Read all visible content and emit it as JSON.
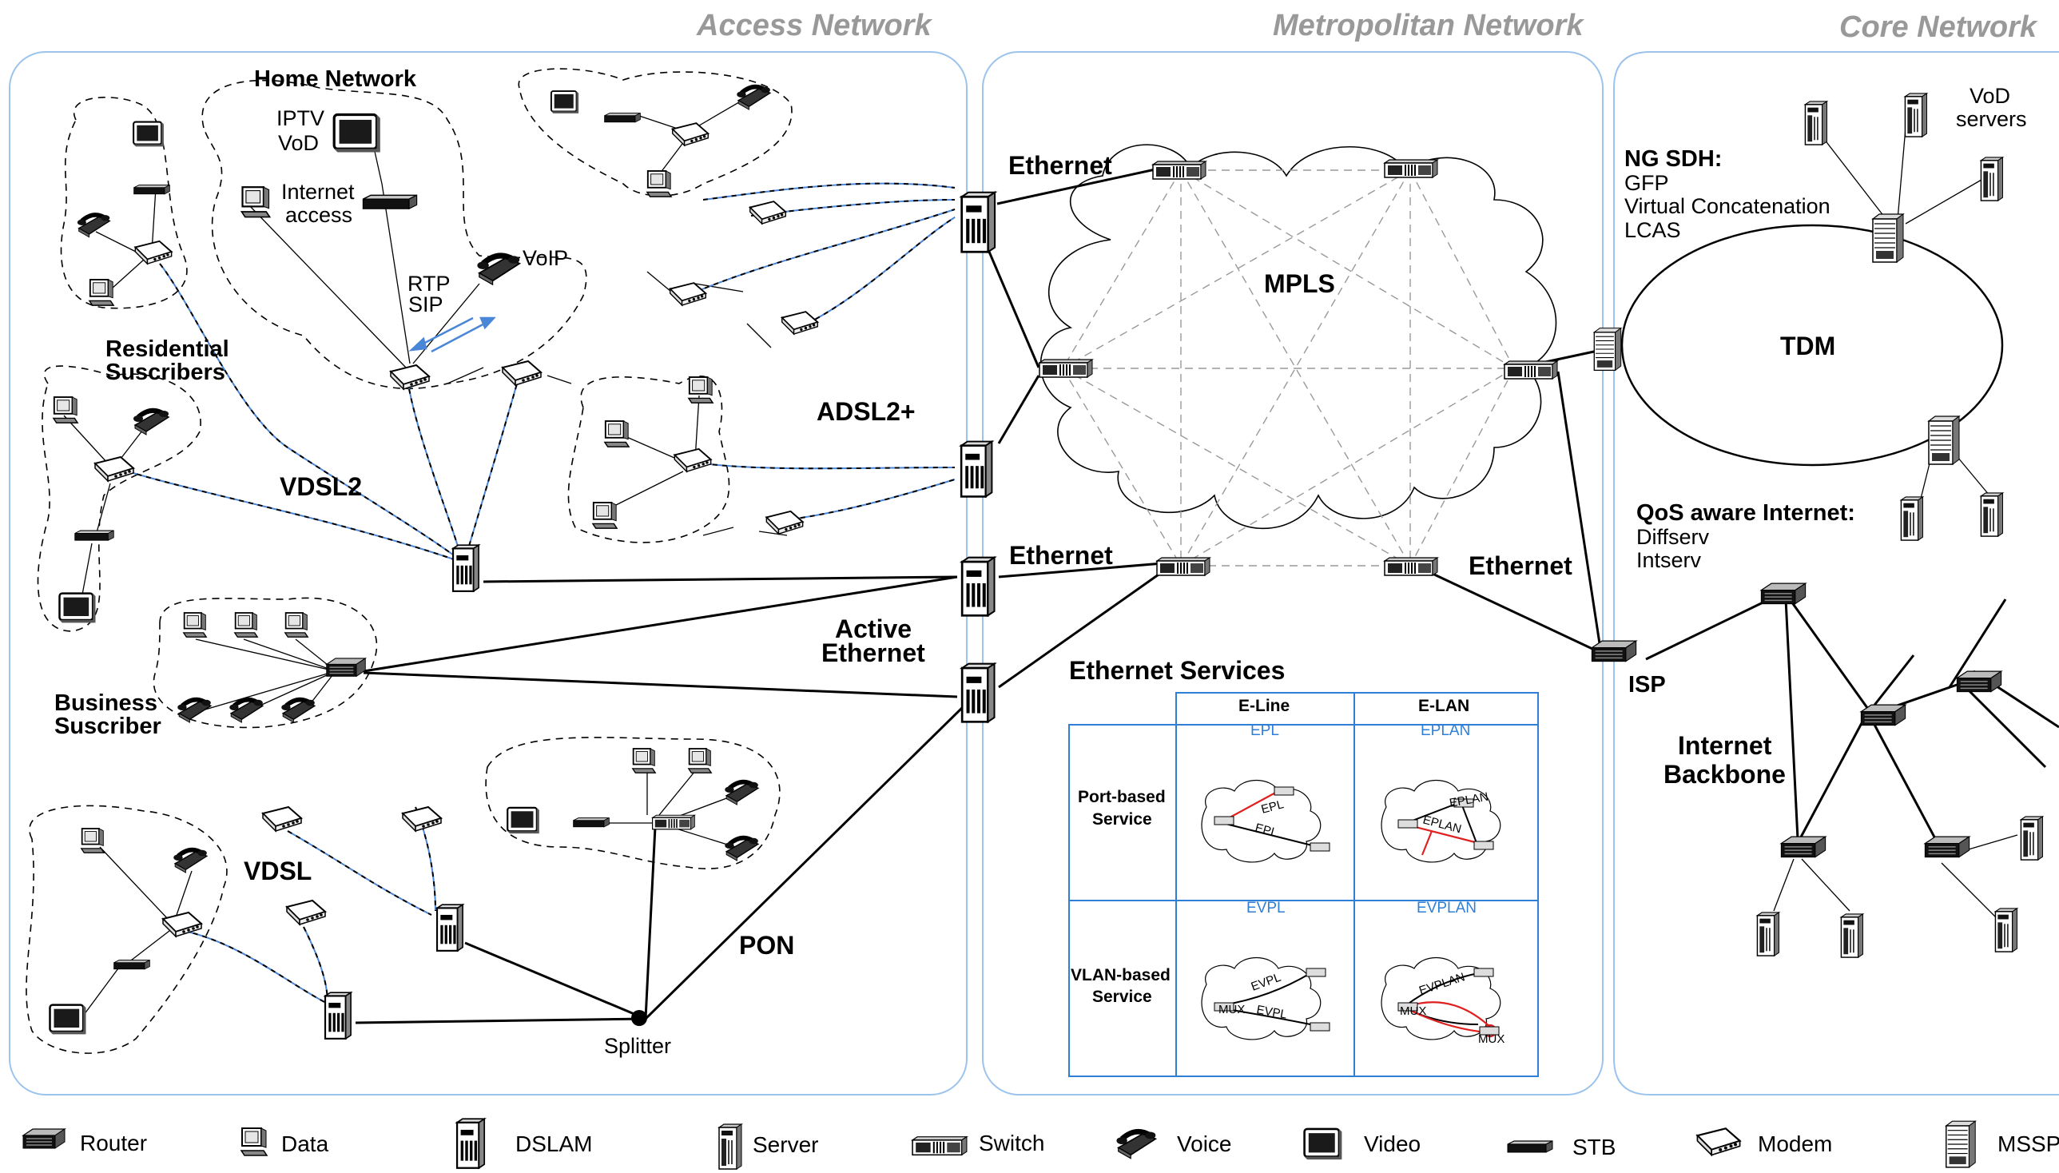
{
  "regions": {
    "access": "Access Network",
    "metro": "Metropolitan Network",
    "core": "Core Network"
  },
  "labels": {
    "home_network": "Home Network",
    "iptv": "IPTV",
    "vod": "VoD",
    "internet": "Internet",
    "access_word": "access",
    "rtp": "RTP",
    "sip": "SIP",
    "voip": "VoIP",
    "residential_1": "Residential",
    "residential_2": "Suscribers",
    "vdsl2": "VDSL2",
    "adsl2": "ADSL2+",
    "business_1": "Business",
    "business_2": "Suscriber",
    "active_1": "Active",
    "active_2": "Ethernet",
    "vdsl": "VDSL",
    "pon": "PON",
    "splitter": "Splitter",
    "ethernet_top": "Ethernet",
    "ethernet_mid": "Ethernet",
    "ethernet_right": "Ethernet",
    "mpls": "MPLS",
    "eth_services": "Ethernet Services",
    "ngsdh_title": "NG SDH:",
    "gfp": "GFP",
    "vconcat": "Virtual Concatenation",
    "lcas": "LCAS",
    "vod_servers_1": "VoD",
    "vod_servers_2": "servers",
    "tdm": "TDM",
    "qos_title": "QoS aware Internet:",
    "diffserv": "Diffserv",
    "intserv": "Intserv",
    "isp": "ISP",
    "backbone_1": "Internet",
    "backbone_2": "Backbone"
  },
  "services_table": {
    "col_eline": "E-Line",
    "col_elan": "E-LAN",
    "row_port_1": "Port-based",
    "row_port_2": "Service",
    "row_vlan_1": "VLAN-based",
    "row_vlan_2": "Service",
    "epl": "EPL",
    "eplan": "EPLAN",
    "evpl": "EVPL",
    "evplan": "EVPLAN",
    "mux": "MUX"
  },
  "legend": [
    {
      "icon": "router-icon",
      "label": "Router"
    },
    {
      "icon": "data-terminal-icon",
      "label": "Data"
    },
    {
      "icon": "dslam-icon",
      "label": "DSLAM"
    },
    {
      "icon": "server-icon",
      "label": "Server"
    },
    {
      "icon": "switch-icon",
      "label": "Switch"
    },
    {
      "icon": "voice-phone-icon",
      "label": "Voice"
    },
    {
      "icon": "video-tv-icon",
      "label": "Video"
    },
    {
      "icon": "stb-icon",
      "label": "STB"
    },
    {
      "icon": "modem-icon",
      "label": "Modem"
    },
    {
      "icon": "mssp-icon",
      "label": "MSSP"
    }
  ],
  "colors": {
    "region_border": "#9cc3ec",
    "region_title": "#999999",
    "table_border": "#2f7fd6",
    "dsl_line": "#4a86d8",
    "red_path": "#e02020"
  }
}
